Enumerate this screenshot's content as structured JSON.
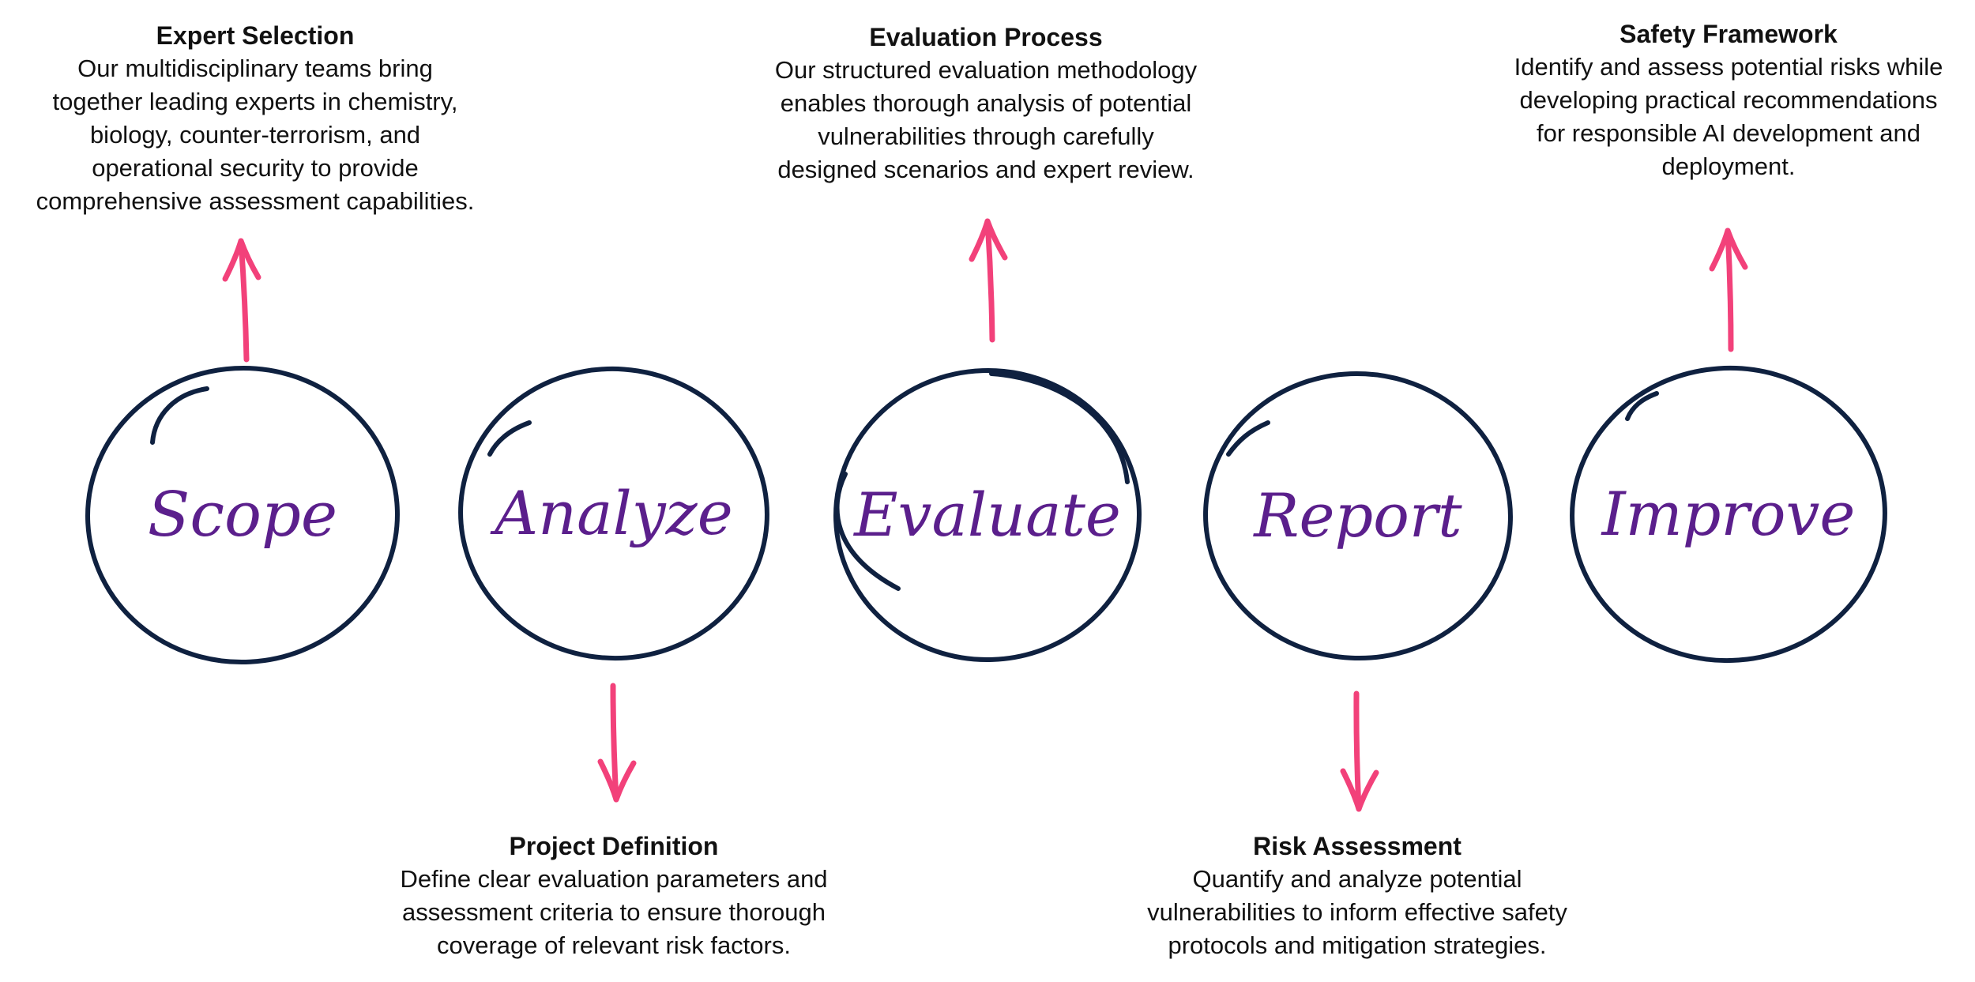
{
  "colors": {
    "circle_stroke": "#0f2140",
    "stage_label": "#5b1f8c",
    "arrow": "#f2417a",
    "text": "#111111",
    "background": "#ffffff"
  },
  "stages": [
    {
      "label": "Scope",
      "arrow_direction": "up",
      "arrow_icon": "arrow-up-icon"
    },
    {
      "label": "Analyze",
      "arrow_direction": "down",
      "arrow_icon": "arrow-down-icon"
    },
    {
      "label": "Evaluate",
      "arrow_direction": "up",
      "arrow_icon": "arrow-up-icon"
    },
    {
      "label": "Report",
      "arrow_direction": "down",
      "arrow_icon": "arrow-down-icon"
    },
    {
      "label": "Improve",
      "arrow_direction": "up",
      "arrow_icon": "arrow-up-icon"
    }
  ],
  "details": [
    {
      "title": "Expert Selection",
      "lines": [
        "Our multidisciplinary teams bring",
        "together leading experts in chemistry,",
        "biology, counter-terrorism, and",
        "operational security to provide",
        "comprehensive assessment capabilities."
      ]
    },
    {
      "title": "Project Definition",
      "lines": [
        "Define clear evaluation parameters and",
        "assessment criteria to ensure thorough",
        "coverage of relevant risk factors."
      ]
    },
    {
      "title": "Evaluation Process",
      "lines": [
        "Our structured evaluation methodology",
        "enables thorough analysis of potential",
        "vulnerabilities through carefully",
        "designed scenarios and expert review."
      ]
    },
    {
      "title": "Risk Assessment",
      "lines": [
        "Quantify and analyze potential",
        "vulnerabilities to inform effective safety",
        "protocols and mitigation strategies."
      ]
    },
    {
      "title": "Safety Framework",
      "lines": [
        "Identify and assess potential risks while",
        "developing practical recommendations",
        "for responsible AI development and",
        "deployment."
      ]
    }
  ]
}
